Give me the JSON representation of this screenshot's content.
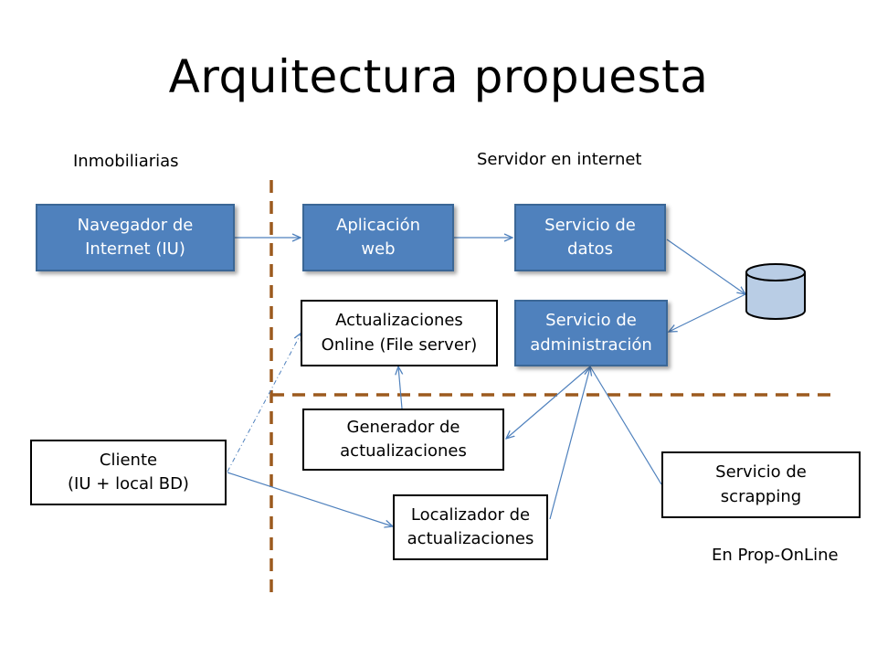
{
  "title": "Arquitectura propuesta",
  "labels": {
    "inmobiliarias": "Inmobiliarias",
    "servidor": "Servidor en internet",
    "prop_online": "En Prop-OnLine"
  },
  "boxes": {
    "navegador": "Navegador de\nInternet (IU)",
    "aplicacion": "Aplicación\nweb",
    "servicio_datos": "Servicio de\ndatos",
    "actualizaciones_online": "Actualizaciones\nOnline (File server)",
    "servicio_admin": "Servicio de\nadministración",
    "generador": "Generador de\nactualizaciones",
    "cliente": "Cliente\n(IU + local BD)",
    "localizador": "Localizador de\nactualizaciones",
    "scrapping": "Servicio de\nscrapping"
  },
  "colors": {
    "box_fill": "#4f81bd",
    "box_border": "#3b6796",
    "arrow": "#4f81bd",
    "dashed_line": "#9c5a1e",
    "database_fill": "#b9cde5"
  }
}
